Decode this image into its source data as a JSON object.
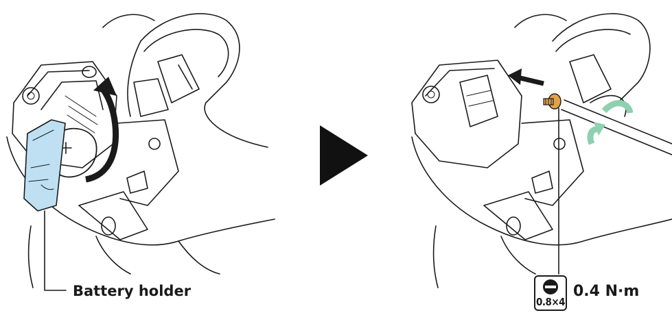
{
  "callout": {
    "battery_holder": "Battery holder"
  },
  "torque": {
    "value": "0.4 N·m",
    "bit_size": "0.8×4"
  },
  "icons": [
    "step-arrow-icon",
    "flat-screwdriver-icon",
    "rotate-arrow-icon"
  ],
  "colors": {
    "battery_holder_fill": "#bfe0f3",
    "screw": "#e2a24a",
    "rotation_arrow": "#8fd0b0",
    "ink": "#1a1a1a"
  }
}
